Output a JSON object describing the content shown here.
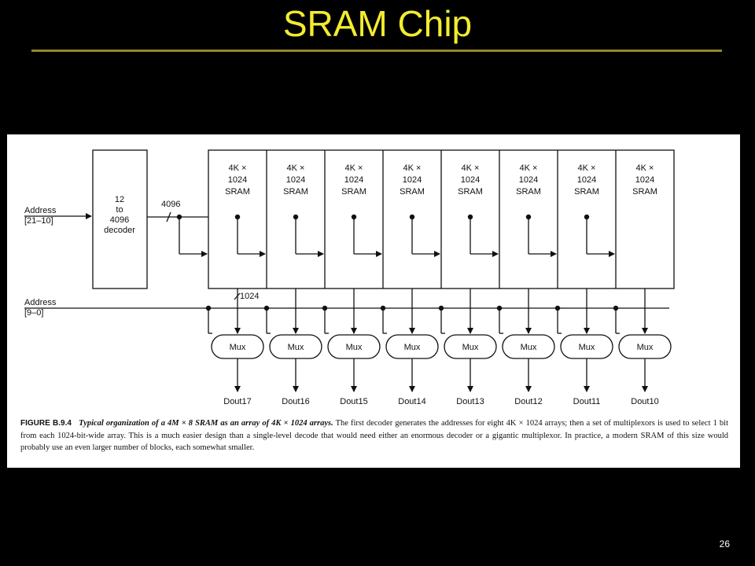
{
  "slide": {
    "title": "SRAM Chip",
    "page_number": "26"
  },
  "diagram": {
    "address_high": [
      "Address",
      "[21–10]"
    ],
    "address_low": [
      "Address",
      "[9–0]"
    ],
    "decoder": [
      "12",
      "to",
      "4096",
      "decoder"
    ],
    "bus_width_row": "4096",
    "bus_width_col": "1024",
    "sram_block": [
      "4K ×",
      "1024",
      "SRAM"
    ],
    "mux_label": "Mux",
    "outputs": [
      "Dout17",
      "Dout16",
      "Dout15",
      "Dout14",
      "Dout13",
      "Dout12",
      "Dout11",
      "Dout10"
    ]
  },
  "caption": {
    "label": "FIGURE B.9.4",
    "title": "Typical organization of a 4M × 8 SRAM as an array of 4K × 1024 arrays.",
    "body": "The first decoder generates the addresses for eight 4K × 1024 arrays; then a set of multiplexors is used to select 1 bit from each 1024-bit-wide array. This is a much easier design than a single-level decode that would need either an enormous decoder or a gigantic multiplexor. In practice, a modern SRAM of this size would probably use an even larger number of blocks, each somewhat smaller."
  },
  "colors": {
    "background": "#000000",
    "title": "#f2ec2e",
    "rule": "#8f8a2a",
    "panel": "#ffffff",
    "ink": "#111111"
  }
}
